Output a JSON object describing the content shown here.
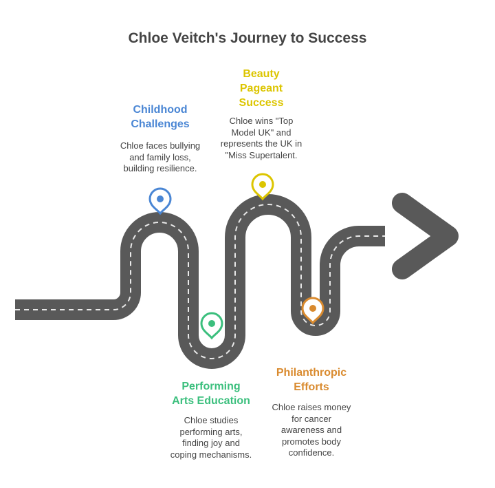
{
  "title": "Chloe Veitch's Journey to Success",
  "colors": {
    "road": "#595959",
    "road_dash": "#e9e9e9",
    "blue": "#4a86d4",
    "yellow": "#dcc500",
    "green": "#3bbf7d",
    "orange": "#d98a2e",
    "text": "#444444"
  },
  "milestones": [
    {
      "id": "childhood",
      "title": "Childhood\nChallenges",
      "description": "Chloe faces bullying\nand family loss,\nbuilding resilience.",
      "color": "#4a86d4",
      "icon": "map-pin-icon"
    },
    {
      "id": "pageant",
      "title": "Beauty\nPageant\nSuccess",
      "description": "Chloe wins \"Top\nModel UK\" and\nrepresents the UK in\n\"Miss Supertalent.",
      "color": "#dcc500",
      "icon": "map-pin-icon"
    },
    {
      "id": "performing",
      "title": "Performing\nArts Education",
      "description": "Chloe studies\nperforming arts,\nfinding joy and\ncoping mechanisms.",
      "color": "#3bbf7d",
      "icon": "map-pin-icon"
    },
    {
      "id": "philanthropy",
      "title": "Philanthropic\nEfforts",
      "description": "Chloe raises money\nfor cancer\nawareness and\npromotes body\nconfidence.",
      "color": "#d98a2e",
      "icon": "map-pin-icon"
    }
  ]
}
